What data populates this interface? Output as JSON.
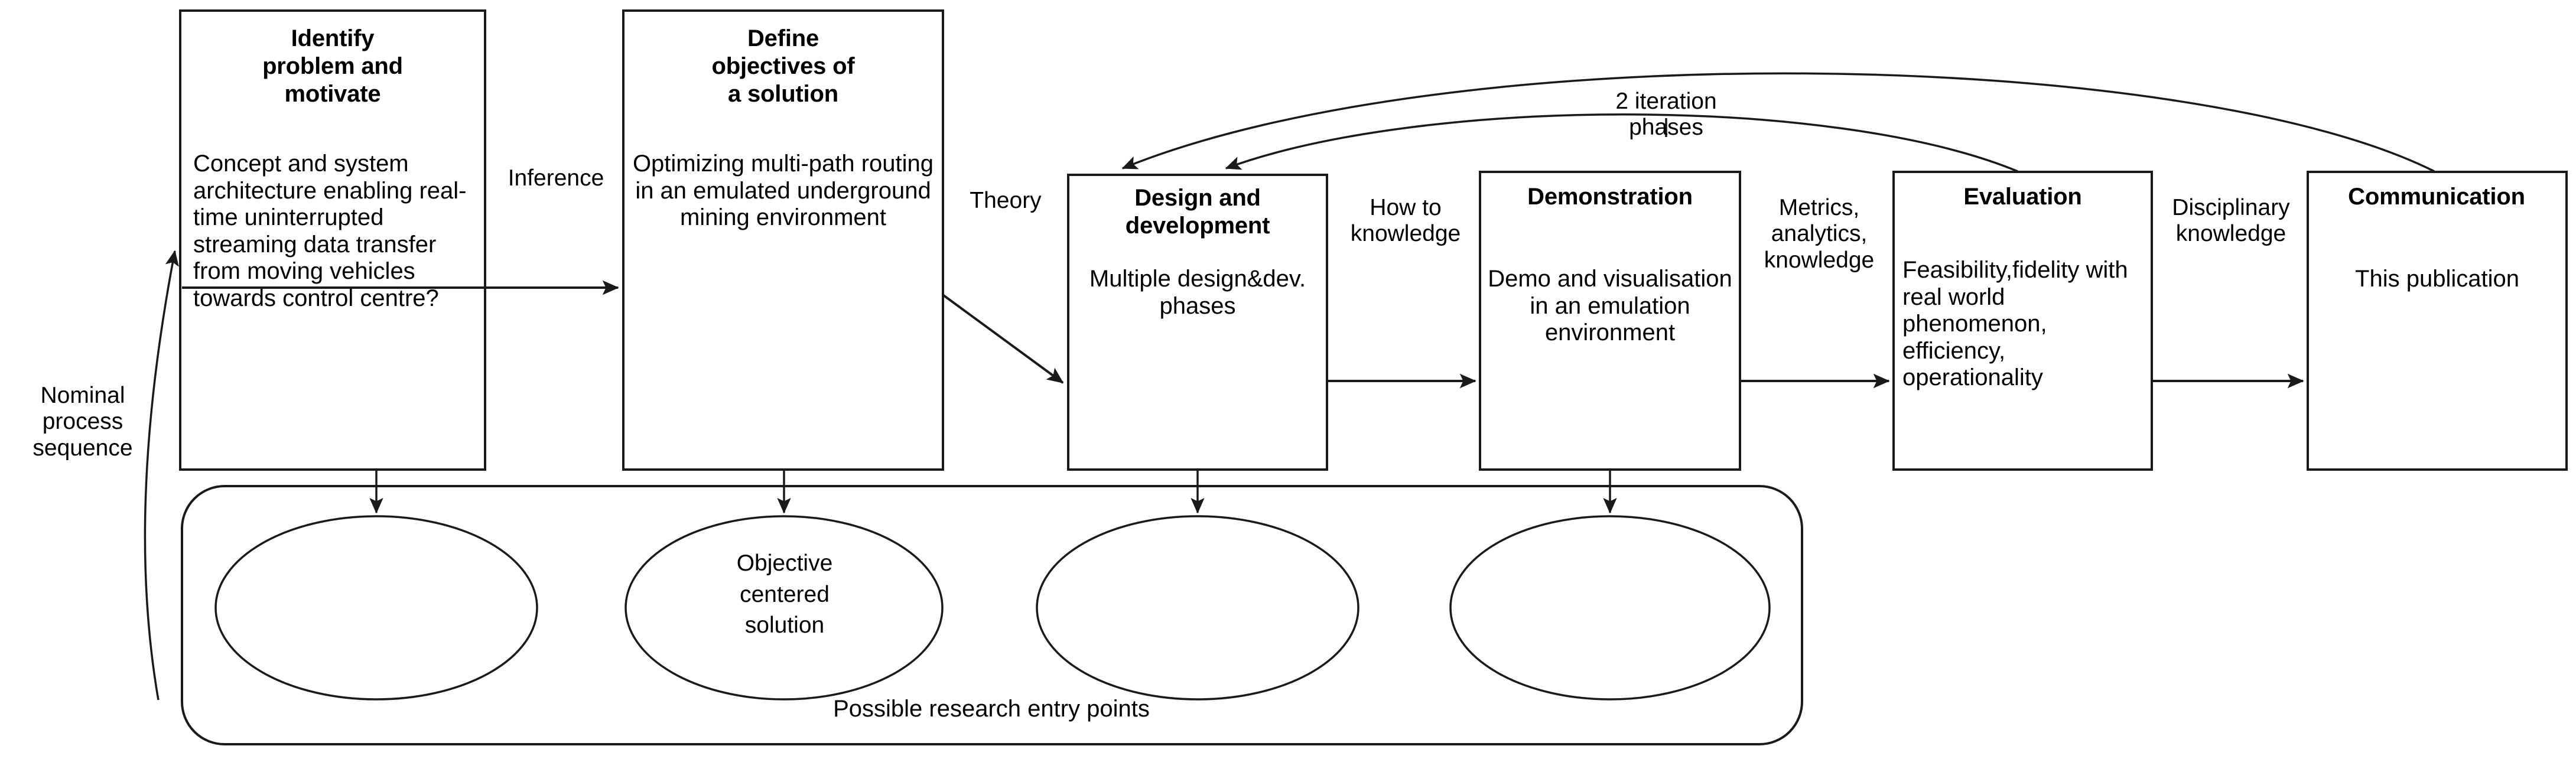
{
  "diagram": {
    "title_semantic": "design-science-research-methodology-process-model",
    "process_boxes": [
      {
        "id": "identify",
        "title": "Identify\nproblem and\nmotivate",
        "body": "Concept and system architecture enabling real-time uninterrupted streaming data transfer from moving vehicles towards control centre?"
      },
      {
        "id": "define-objectives",
        "title": "Define\nobjectives of\na solution",
        "body": "Optimizing multi-path routing in an emulated underground mining environment"
      },
      {
        "id": "design-development",
        "title": "Design and\ndevelopment",
        "body": "Multiple design&dev. phases"
      },
      {
        "id": "demonstration",
        "title": "Demonstration",
        "body": "Demo and visualisation in an emulation environment"
      },
      {
        "id": "evaluation",
        "title": "Evaluation",
        "body": "Feasibility,fidelity with real world phenomenon, efficiency, operationality"
      },
      {
        "id": "communication",
        "title": "Communication",
        "body": "This publication"
      }
    ],
    "edge_labels": [
      {
        "id": "inference",
        "text": "Inference"
      },
      {
        "id": "theory",
        "text": "Theory"
      },
      {
        "id": "how-to-knowledge",
        "text": "How to\nknowledge"
      },
      {
        "id": "metrics-analytics-knowledge",
        "text": "Metrics,\nanalytics,\nknowledge"
      },
      {
        "id": "disciplinary-knowledge",
        "text": "Disciplinary\nknowledge"
      },
      {
        "id": "iteration-phases",
        "text": "2 iteration\nphases"
      },
      {
        "id": "nominal-process-sequence",
        "text": "Nominal\nprocess\nsequence"
      }
    ],
    "entry_points": {
      "caption": "Possible research entry points",
      "ellipses": [
        {
          "id": "entry-1",
          "label": ""
        },
        {
          "id": "entry-2",
          "label": "Objective\ncentered\nsolution"
        },
        {
          "id": "entry-3",
          "label": ""
        },
        {
          "id": "entry-4",
          "label": ""
        }
      ]
    },
    "colors": {
      "stroke": "#1a1a1a",
      "background": "#ffffff",
      "text": "#000000"
    }
  }
}
